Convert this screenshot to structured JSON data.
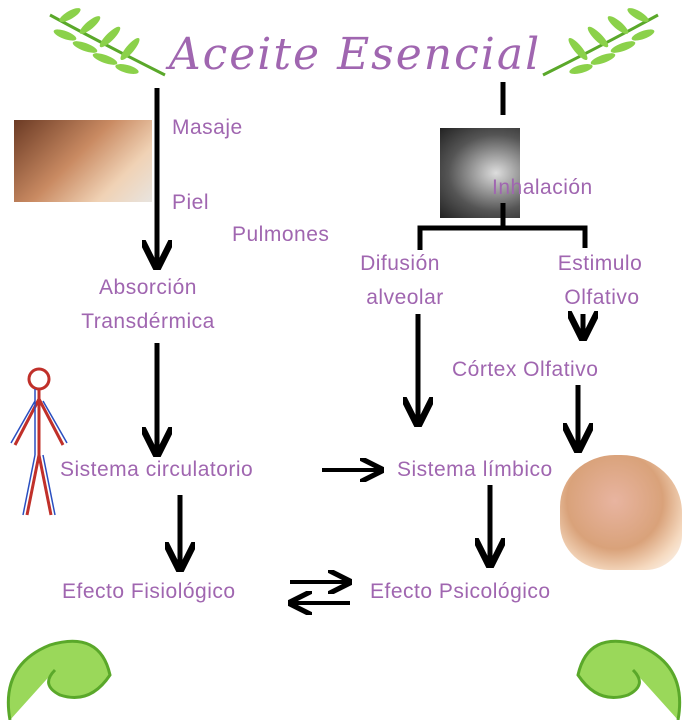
{
  "title": "Aceite Esencial",
  "left": {
    "masaje": "Masaje",
    "piel": "Piel",
    "pulmones": "Pulmones",
    "absorcion_1": "Absorción",
    "absorcion_2": "Transdérmica",
    "circulatorio": "Sistema circulatorio",
    "fisiologico": "Efecto Fisiológico"
  },
  "right": {
    "inhalacion": "Inhalación",
    "difusion_1": "Difusión",
    "difusion_2": "alveolar",
    "estimulo_1": "Estimulo",
    "estimulo_2": "Olfativo",
    "cortex": "Córtex Olfativo",
    "limbico": "Sistema límbico",
    "psicologico": "Efecto Psicológico"
  },
  "colors": {
    "text": "#a066b0",
    "arrow": "#000000",
    "leaf": "#7cc63a"
  }
}
